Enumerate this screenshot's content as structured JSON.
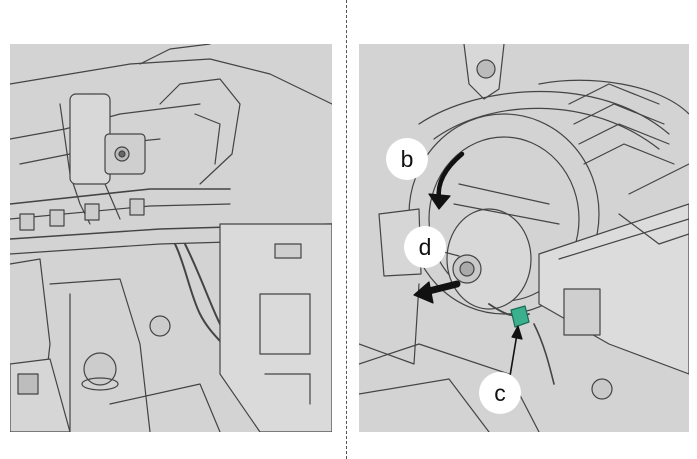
{
  "panels": [
    {
      "id": "left",
      "description_hidden": true
    },
    {
      "id": "right",
      "callouts": {
        "b": "b",
        "c": "c",
        "d": "d"
      }
    }
  ],
  "colors": {
    "panel_bg": "#d3d3d3",
    "line": "#444444",
    "connector": "#3bb08f",
    "arrow": "#111111"
  }
}
